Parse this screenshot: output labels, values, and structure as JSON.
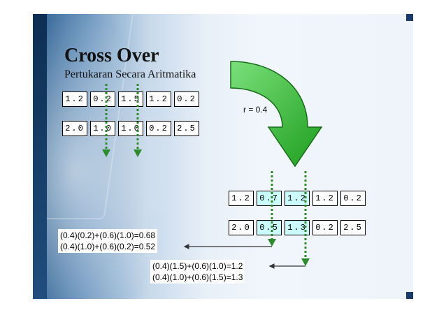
{
  "title": "Cross Over",
  "subtitle": "Pertukaran Secara Aritmatika",
  "parents": [
    [
      "1.2",
      "0.2",
      "1.5",
      "1.2",
      "0.2"
    ],
    [
      "2.0",
      "1.0",
      "1.0",
      "0.2",
      "2.5"
    ]
  ],
  "offspring": [
    [
      "1.2",
      "0.7",
      "1.2",
      "1.2",
      "0.2"
    ],
    [
      "2.0",
      "0.5",
      "1.3",
      "0.2",
      "2.5"
    ]
  ],
  "r_label": "r = 0.4",
  "formulas_left": [
    "(0.4)(0.2)+(0.6)(1.0)=0.68",
    "(0.4)(1.0)+(0.6)(0.2)=0.52"
  ],
  "formulas_right": [
    "(0.4)(1.5)+(0.6)(1.0)=1.2",
    "(0.4)(1.0)+(0.6)(1.5)=1.3"
  ],
  "colors": {
    "arrow_green": "#33cc33",
    "arrow_dark": "#1a7a1a",
    "highlight": "#ccffff",
    "dotted_green": "#2d8a2d"
  }
}
